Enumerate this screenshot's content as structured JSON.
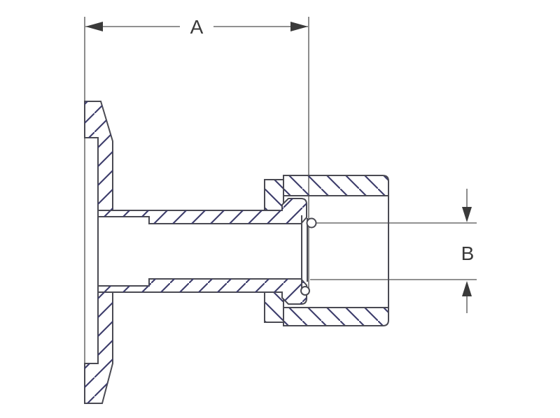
{
  "diagram": {
    "type": "technical-cross-section-drawing",
    "description": "Cross-section of a vacuum flange adapter fitting: KF-style flange on the left joined by a tube to a female socket body on the right, with overall length dimension A and bore diameter dimension B",
    "dimensions": {
      "length_label": "A",
      "bore_label": "B"
    },
    "colors": {
      "background": "#ffffff",
      "outline": "#4a4a52",
      "hatch": "#3d3d6b",
      "dimension_line": "#4f4f4f",
      "arrow": "#3a3a3a",
      "label_text": "#3a3a3a"
    }
  }
}
